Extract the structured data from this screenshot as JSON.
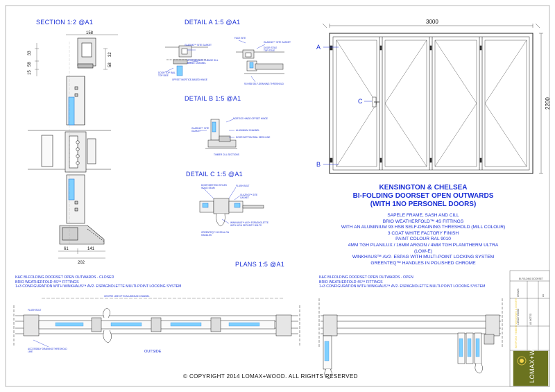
{
  "titles": {
    "section": "SECTION 1:2 @A1",
    "detail_a": "DETAIL A  1:5 @A1",
    "detail_b": "DETAIL B  1:5 @A1",
    "detail_c": "DETAIL C 1:5 @A1",
    "plans": "PLANS 1:5 @A1"
  },
  "elevation": {
    "width_dim": "3000",
    "height_dim": "2200",
    "marker_a": "A",
    "marker_b": "B",
    "marker_c": "C"
  },
  "project": {
    "title_lines": [
      "KENSINGTON & CHELSEA",
      "BI-FOLDING DOORSET OPEN OUTWARDS",
      "(WITH 1NO PERSONEL DOORS)"
    ],
    "spec_lines": [
      "SAPELE FRAME, SASH AND CILL",
      "BRIO WEATHERFOLD™ 4S FITTINGS",
      "WITH AN ALUMINIUM 93 HSB SELF-DRAINING THRESHOLD (MILL COLOUR)",
      "3 COAT WHITE FACTORY FINISH",
      "PAINT COLOUR RAL 9010",
      "4MM TGH PLANILUX / 16MM ARGON / 4MM TGH PLANITHERM ULTRA",
      "(LOW-E)",
      "WINKHAUS™ AV2· ESPAG WITH MULTI-POINT LOCKING SYSTEM",
      "GREENTEQ™ HANDLES IN POLISHED CHROME"
    ]
  },
  "plans": {
    "closed_lines": [
      "K&C BI-FOLDING DOORSET OPEN OUTWARDS - CLOSED",
      "BRIO WEATHERFOLD 4S™ FITTINGS",
      "1+3 CONFIGURATION WITH WINKHAUS™ AV2· ESPAGNOLETTE MULTI-POINT LOCKING SYSTEM"
    ],
    "open_lines": [
      "K&C BI-FOLDING DOORSET OPEN OUTWARDS - OPEN",
      "BRIO WEATHERFOLD 4S™ FITTINGS",
      "1+3 CONFIGURATION WITH WINKHAUS™ AV2· ESPAGNOLETTE MULTI-POINT LOCKING SYSTEM"
    ],
    "outside_label": "OUTSIDE"
  },
  "section_dims": {
    "top": "158",
    "left_a": "33",
    "left_b": "58",
    "left_c": "15",
    "right_a": "32",
    "right_b": "58",
    "bottom_a": "61",
    "bottom_b": "141",
    "bottom_c": "202"
  },
  "logo": {
    "brand": "LOMAX+WOOD",
    "tagline": "BESPOKE TIMBER WINDOWS & DOORS"
  },
  "copyright": "© COPYRIGHT 2014 LOMAX+WOOD. ALL RIGHTS RESERVED"
}
